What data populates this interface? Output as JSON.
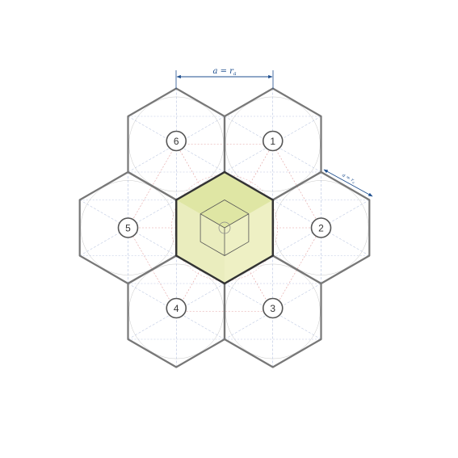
{
  "diagram": {
    "dimension_top_label": "a = r",
    "dimension_top_subscript": "a",
    "dimension_side_label": "a = r",
    "dimension_side_subscript": "a",
    "cells": [
      {
        "number": "1",
        "role": "neighbor"
      },
      {
        "number": "2",
        "role": "neighbor"
      },
      {
        "number": "3",
        "role": "neighbor"
      },
      {
        "number": "4",
        "role": "neighbor"
      },
      {
        "number": "5",
        "role": "neighbor"
      },
      {
        "number": "6",
        "role": "neighbor"
      }
    ],
    "colors": {
      "center_fill_light": "#eef0c4",
      "center_fill_dark": "#dfe6a4",
      "outer_stroke": "#777777",
      "inner_stroke": "#333333",
      "dimension": "#1f4f8f",
      "construction_blue": "#a7b6d8",
      "construction_red": "#e2a0a0",
      "construction_grey": "#c8c8c8"
    }
  }
}
